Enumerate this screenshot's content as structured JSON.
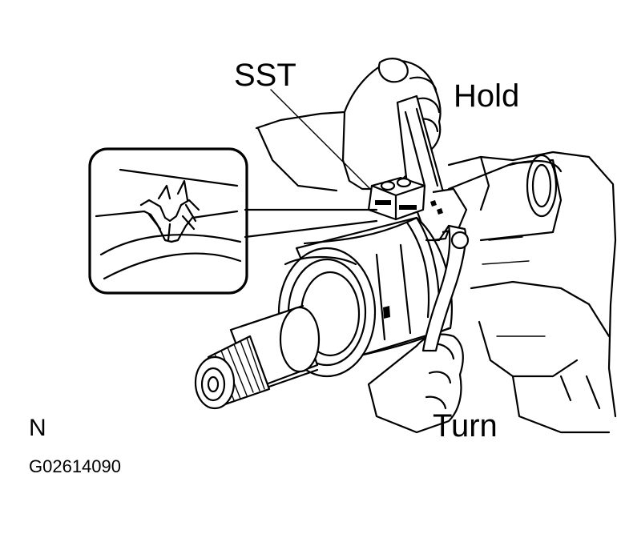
{
  "labels": {
    "sst": "SST",
    "hold": "Hold",
    "turn": "Turn",
    "view_mark": "N",
    "figure_code": "G02614090"
  }
}
